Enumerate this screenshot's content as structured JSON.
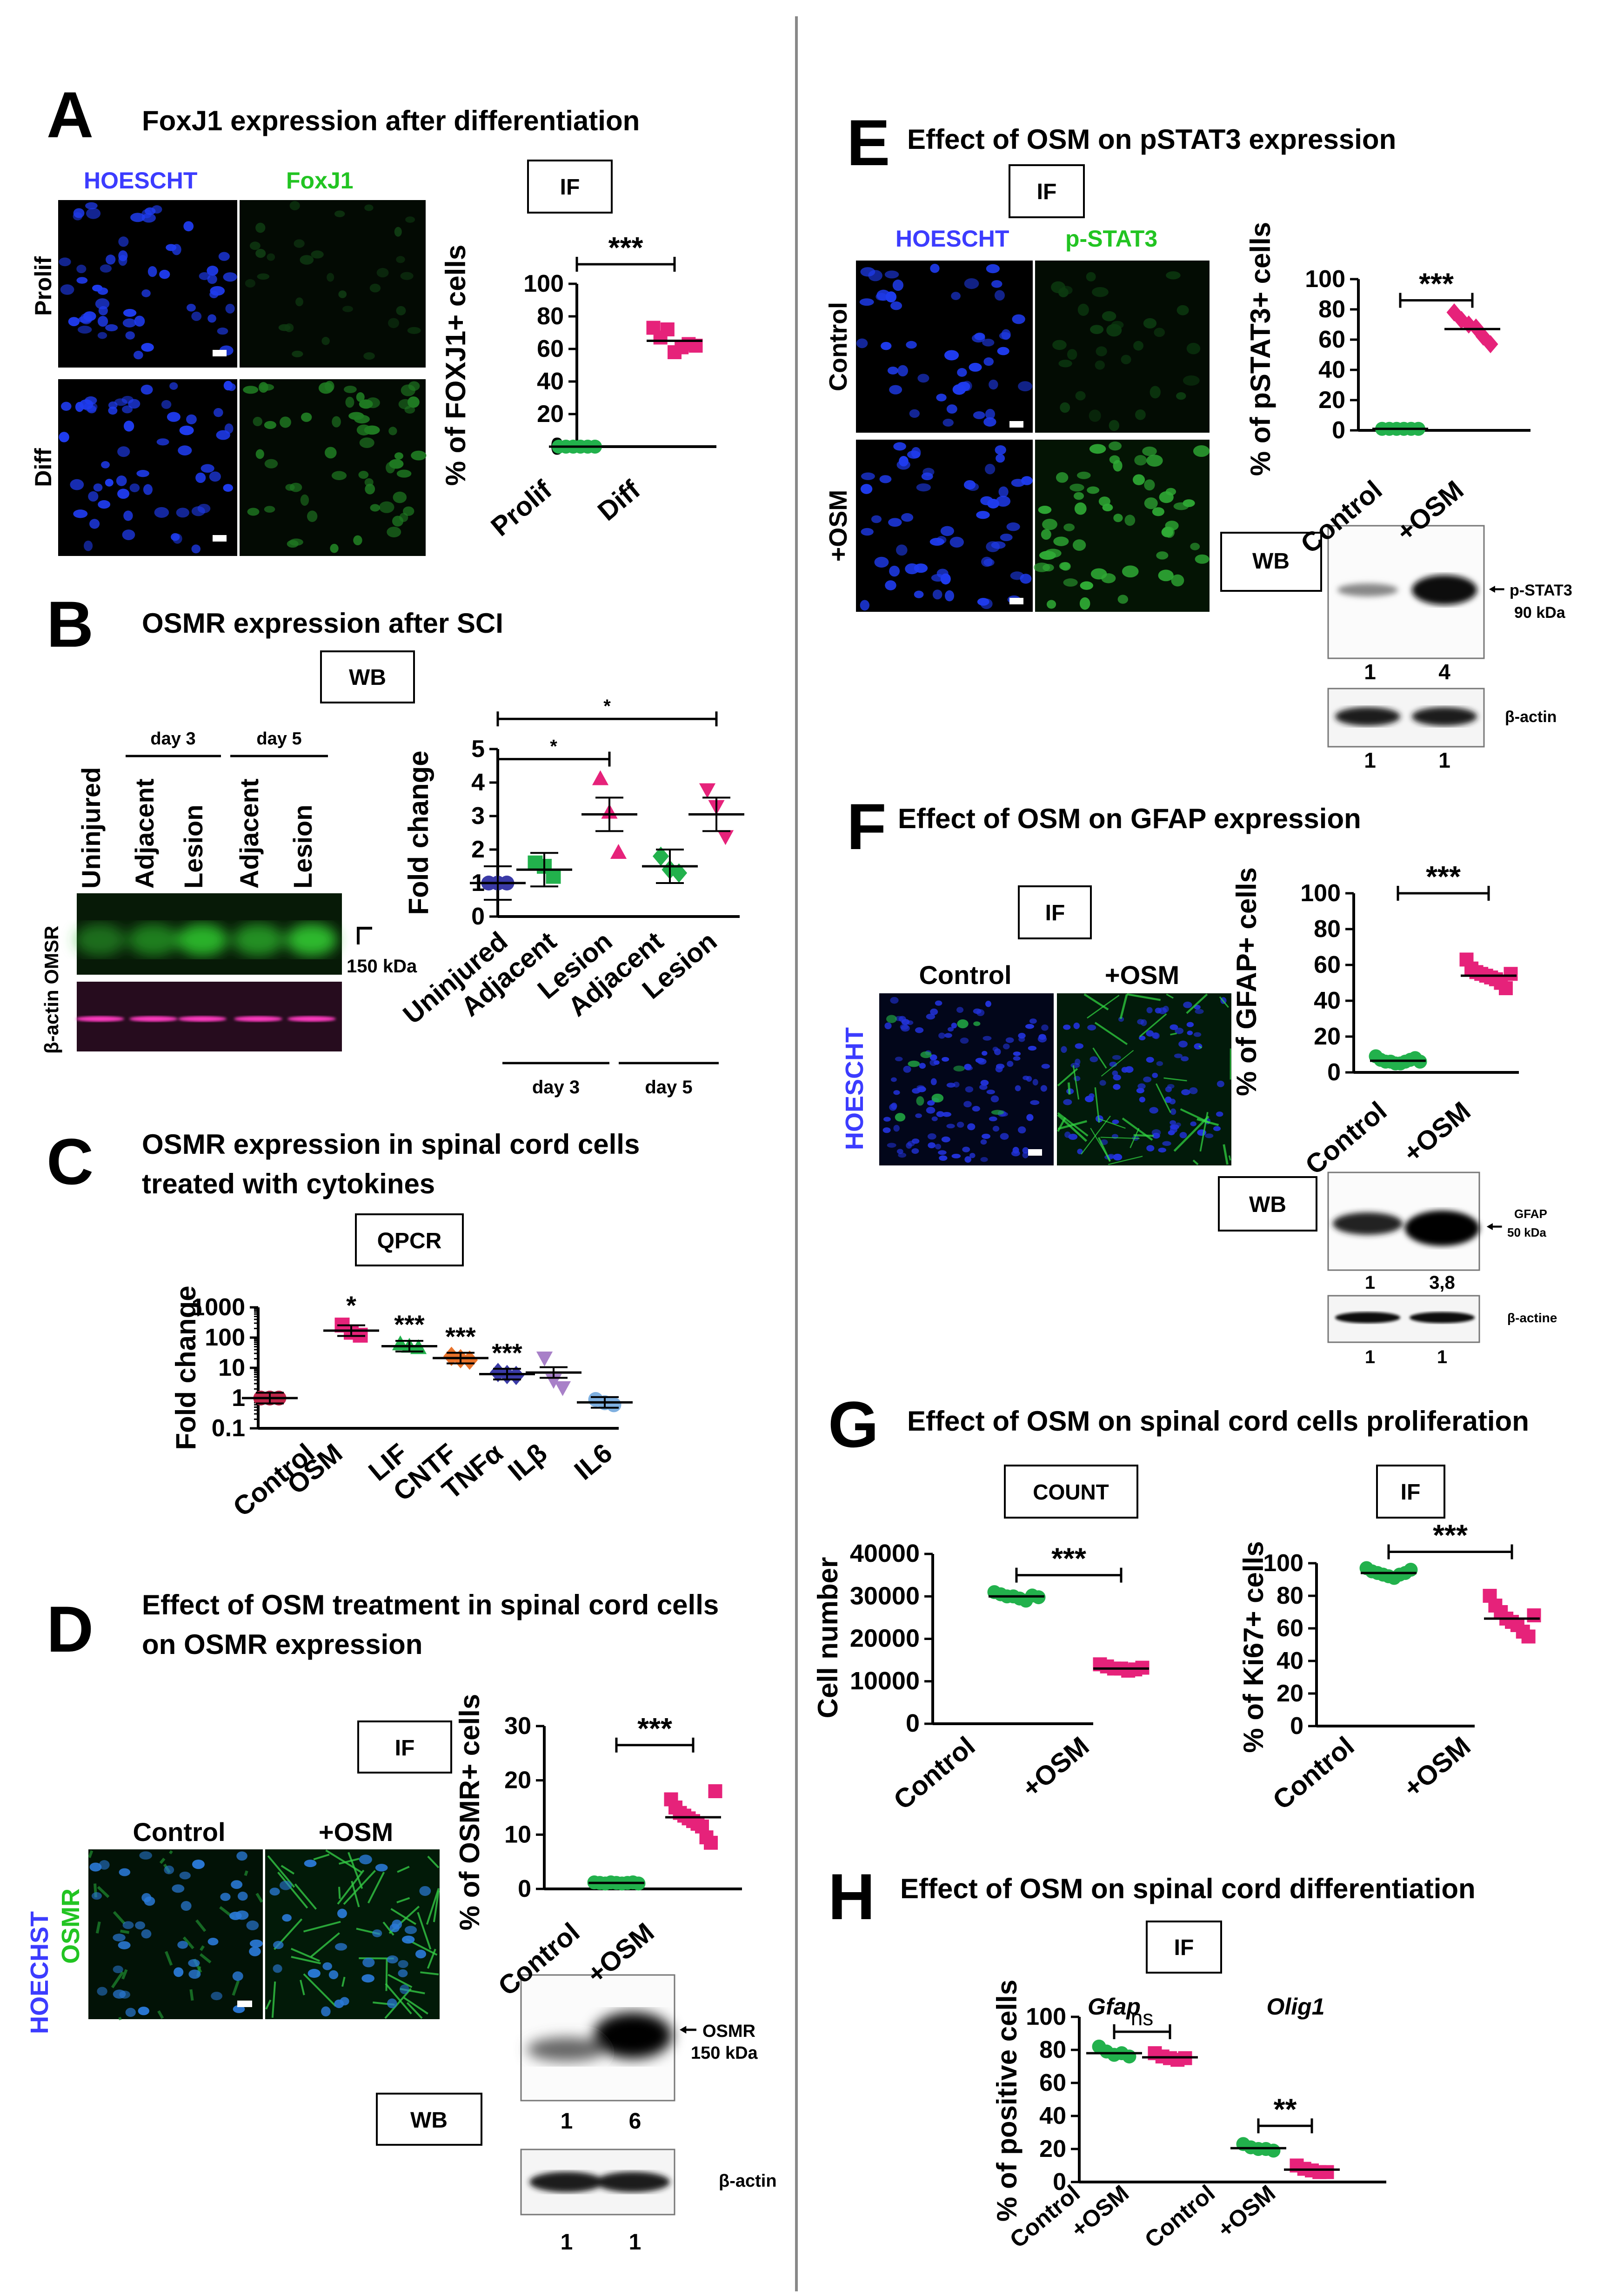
{
  "colors": {
    "blue": "#3a3aa6",
    "green": "#22b14c",
    "pink": "#e6227a",
    "orange": "#e8722a",
    "red": "#c0264a",
    "violet": "#a880c8",
    "ltblue": "#7fb0e0",
    "hoe": "#3c3cff",
    "gfp": "#22c422",
    "olive": "#7a7a40"
  },
  "panels": {
    "A": {
      "letter": "A",
      "title": "FoxJ1 expression after differentiation",
      "ch1": "HOESCHT",
      "ch2": "FoxJ1",
      "row1": "Prolif",
      "row2": "Diff",
      "method": "IF"
    },
    "B": {
      "letter": "B",
      "title": "OSMR expression after SCI",
      "method": "WB",
      "lane_labels": [
        "Uninjured",
        "Adjacent",
        "Lesion",
        "Adjacent",
        "Lesion"
      ],
      "day3": "day 3",
      "day5": "day 5",
      "row_label": "β-actin OMSR",
      "kda": "150 kDa"
    },
    "C": {
      "letter": "C",
      "title_l1": "OSMR expression in spinal cord cells",
      "title_l2": "treated with cytokines",
      "method": "QPCR"
    },
    "D": {
      "letter": "D",
      "title_l1": "Effect of OSM treatment in spinal cord cells",
      "title_l2": "on OSMR expression",
      "method_if": "IF",
      "method_wb": "WB",
      "ch1": "HOECHST",
      "ch2": "OSMR",
      "col1": "Control",
      "col2": "+OSM",
      "wb_band": "OSMR",
      "wb_kda": "150 kDa",
      "quant1": [
        "1",
        "6"
      ],
      "actin": "β-actin",
      "actin_quant": [
        "1",
        "1"
      ]
    },
    "E": {
      "letter": "E",
      "title": "Effect of OSM on pSTAT3 expression",
      "method_if": "IF",
      "method_wb": "WB",
      "ch1": "HOESCHT",
      "ch2": "p-STAT3",
      "row1": "Control",
      "row2": "+OSM",
      "wb_band": "p-STAT3",
      "wb_kda": "90 kDa",
      "quant1": [
        "1",
        "4"
      ],
      "actin": "β-actin",
      "actin_quant": [
        "1",
        "1"
      ]
    },
    "F": {
      "letter": "F",
      "title": "Effect of OSM on GFAP expression",
      "method_if": "IF",
      "method_wb": "WB",
      "ch1": "HOESCHT",
      "col1": "Control",
      "col2": "+OSM",
      "wb_band": "GFAP",
      "wb_kda": "50 kDa",
      "quant1": [
        "1",
        "3,8"
      ],
      "actin": "β-actine",
      "actin_quant": [
        "1",
        "1"
      ]
    },
    "G": {
      "letter": "G",
      "title": "Effect of OSM on spinal cord cells proliferation",
      "method1": "COUNT",
      "method2": "IF"
    },
    "H": {
      "letter": "H",
      "title": "Effect of OSM on spinal cord differentiation",
      "method": "IF",
      "gene1": "Gfap",
      "gene2": "Olig1"
    }
  },
  "chart_data": [
    {
      "id": "A",
      "type": "scatter",
      "ylabel": "% of FOXJ1+ cells",
      "ylim": [
        0,
        100
      ],
      "yticks": [
        "0",
        "20",
        "40",
        "60",
        "80",
        "100"
      ],
      "categories": [
        "Prolif",
        "Diff"
      ],
      "series": [
        {
          "color": "green",
          "marker": "circle",
          "values": [
            0,
            0,
            0,
            0,
            0,
            0
          ],
          "mean": 0
        },
        {
          "color": "pink",
          "marker": "square",
          "values": [
            73,
            67,
            72,
            58,
            61,
            63,
            62
          ],
          "mean": 65
        }
      ],
      "sig": [
        {
          "from": 0,
          "to": 1,
          "label": "***",
          "y": 112
        }
      ]
    },
    {
      "id": "B",
      "type": "scatter",
      "ylabel": "Fold change",
      "ylim": [
        0,
        5
      ],
      "yticks": [
        "0",
        "1",
        "2",
        "3",
        "4",
        "5"
      ],
      "categories": [
        "Uninjured",
        "Adjacent",
        "Lesion",
        "Adjacent",
        "Lesion"
      ],
      "groups": [
        "day 3",
        "day 5"
      ],
      "series": [
        {
          "color": "blue",
          "marker": "circle",
          "values": [
            1,
            1,
            1
          ],
          "mean": 1
        },
        {
          "color": "green",
          "marker": "square",
          "values": [
            1.6,
            1.5,
            1.2
          ],
          "mean": 1.4
        },
        {
          "color": "pink",
          "marker": "triangle",
          "values": [
            4.1,
            3.1,
            1.9
          ],
          "mean": 3.05
        },
        {
          "color": "green",
          "marker": "diamond",
          "values": [
            1.8,
            1.4,
            1.3
          ],
          "mean": 1.5
        },
        {
          "color": "pink",
          "marker": "tridown",
          "values": [
            3.8,
            3.3,
            2.4
          ],
          "mean": 3.05
        }
      ],
      "sig": [
        {
          "from": 0,
          "to": 2,
          "label": "*",
          "y": 4.7
        },
        {
          "from": 0,
          "to": 4,
          "label": "*",
          "y": 5.9
        }
      ]
    },
    {
      "id": "C",
      "type": "scatter",
      "ylabel": "Fold change",
      "log": true,
      "ylim": [
        0.1,
        1000
      ],
      "yticks": [
        "0.1",
        "1",
        "10",
        "100",
        "1000"
      ],
      "categories": [
        "Control",
        "OSM",
        "LIF",
        "CNTF",
        "TNFα",
        "ILβ",
        "IL6"
      ],
      "series": [
        {
          "color": "red",
          "marker": "circle",
          "values": [
            1,
            1,
            1
          ],
          "mean": 1
        },
        {
          "color": "pink",
          "marker": "square",
          "values": [
            260,
            150,
            120
          ],
          "mean": 170
        },
        {
          "color": "green",
          "marker": "triangle",
          "values": [
            60,
            50,
            45
          ],
          "mean": 52
        },
        {
          "color": "orange",
          "marker": "diamond",
          "values": [
            24,
            20,
            18
          ],
          "mean": 21
        },
        {
          "color": "blue",
          "marker": "diamond",
          "values": [
            7,
            6,
            5.6
          ],
          "mean": 6.2
        },
        {
          "color": "violet",
          "marker": "tridown",
          "values": [
            22,
            4,
            2.3
          ],
          "mean": 7
        },
        {
          "color": "ltblue",
          "marker": "circle",
          "values": [
            0.9,
            0.7,
            0.6
          ],
          "mean": 0.72
        }
      ],
      "stars": [
        "",
        "*",
        "***",
        "***",
        "***",
        "",
        ""
      ]
    },
    {
      "id": "D",
      "type": "scatter",
      "ylabel": "% of OSMR+ cells",
      "ylim": [
        0,
        30
      ],
      "yticks": [
        "0",
        "10",
        "20",
        "30"
      ],
      "categories": [
        "Control",
        "+OSM"
      ],
      "series": [
        {
          "color": "green",
          "marker": "circle",
          "values": [
            1.2,
            1.1,
            1.0,
            1.2,
            1.1,
            1.0,
            1.1,
            1.2,
            1.0
          ],
          "mean": 1.1
        },
        {
          "color": "pink",
          "marker": "square",
          "values": [
            16.5,
            15,
            14,
            13.5,
            13,
            12.5,
            12,
            11.5,
            9.5,
            8.5,
            18
          ],
          "mean": 13.2
        }
      ],
      "sig": [
        {
          "from": 0,
          "to": 1,
          "label": "***",
          "y": 26.5
        }
      ]
    },
    {
      "id": "E",
      "type": "scatter",
      "ylabel": "% of pSTAT3+ cells",
      "ylim": [
        0,
        100
      ],
      "yticks": [
        "0",
        "20",
        "40",
        "60",
        "80",
        "100"
      ],
      "categories": [
        "Control",
        "+OSM"
      ],
      "series": [
        {
          "color": "green",
          "marker": "circle",
          "values": [
            1,
            1,
            1,
            1,
            1,
            1
          ],
          "mean": 1
        },
        {
          "color": "pink",
          "marker": "diamond",
          "values": [
            78,
            73,
            70,
            68,
            62,
            57
          ],
          "mean": 67
        }
      ],
      "sig": [
        {
          "from": 0,
          "to": 1,
          "label": "***",
          "y": 86
        }
      ]
    },
    {
      "id": "F",
      "type": "scatter",
      "ylabel": "% of GFAP+ cells",
      "ylim": [
        0,
        100
      ],
      "yticks": [
        "0",
        "20",
        "40",
        "60",
        "80",
        "100"
      ],
      "categories": [
        "Control",
        "+OSM"
      ],
      "series": [
        {
          "color": "green",
          "marker": "circle",
          "values": [
            9,
            7,
            6,
            6,
            5,
            5,
            6,
            7,
            8,
            6
          ],
          "mean": 6.5
        },
        {
          "color": "pink",
          "marker": "square",
          "values": [
            63,
            58,
            56,
            55,
            54,
            53,
            52,
            50,
            47,
            55
          ],
          "mean": 54
        }
      ],
      "sig": [
        {
          "from": 0,
          "to": 1,
          "label": "***",
          "y": 100
        }
      ]
    },
    {
      "id": "G1",
      "type": "scatter",
      "ylabel": "Cell number",
      "ylim": [
        0,
        40000
      ],
      "yticks": [
        "0",
        "10000",
        "20000",
        "30000",
        "40000"
      ],
      "categories": [
        "Control",
        "+OSM"
      ],
      "series": [
        {
          "color": "green",
          "marker": "circle",
          "values": [
            31000,
            30500,
            30000,
            30000,
            29500,
            29000,
            30200,
            29800
          ],
          "mean": 30000
        },
        {
          "color": "pink",
          "marker": "square",
          "values": [
            14000,
            13500,
            13000,
            13000,
            12500,
            12800,
            13200
          ],
          "mean": 13000
        }
      ],
      "sig": [
        {
          "from": 0,
          "to": 1,
          "label": "***",
          "y": 35000
        }
      ]
    },
    {
      "id": "G2",
      "type": "scatter",
      "ylabel": "% of Ki67+ cells",
      "ylim": [
        0,
        100
      ],
      "yticks": [
        "0",
        "20",
        "40",
        "60",
        "80",
        "100"
      ],
      "categories": [
        "Control",
        "+OSM"
      ],
      "series": [
        {
          "color": "green",
          "marker": "circle",
          "values": [
            97,
            95,
            94,
            93,
            92,
            91,
            93,
            94,
            96
          ],
          "mean": 94
        },
        {
          "color": "pink",
          "marker": "square",
          "values": [
            80,
            74,
            70,
            66,
            64,
            62,
            58,
            55,
            68
          ],
          "mean": 66
        }
      ],
      "sig": [
        {
          "from": 0,
          "to": 1,
          "label": "***",
          "y": 107
        }
      ]
    },
    {
      "id": "H",
      "type": "scatter",
      "ylabel": "% of positive cells",
      "ylim": [
        0,
        100
      ],
      "yticks": [
        "0",
        "20",
        "40",
        "60",
        "80",
        "100"
      ],
      "categories": [
        "Control",
        "+OSM",
        "Control",
        "+OSM"
      ],
      "series": [
        {
          "color": "green",
          "marker": "circle",
          "values": [
            82,
            79,
            77,
            78,
            76
          ],
          "mean": 78
        },
        {
          "color": "pink",
          "marker": "square",
          "values": [
            78,
            76,
            75,
            74,
            75
          ],
          "mean": 75.5
        },
        {
          "color": "green",
          "marker": "circle",
          "values": [
            23,
            21,
            20,
            20,
            19
          ],
          "mean": 20.5
        },
        {
          "color": "pink",
          "marker": "square",
          "values": [
            10,
            8,
            7,
            6,
            6
          ],
          "mean": 7.5
        }
      ],
      "sig": [
        {
          "from": 0,
          "to": 1,
          "label": "ns",
          "y": 91
        },
        {
          "from": 2,
          "to": 3,
          "label": "**",
          "y": 34
        }
      ]
    }
  ]
}
